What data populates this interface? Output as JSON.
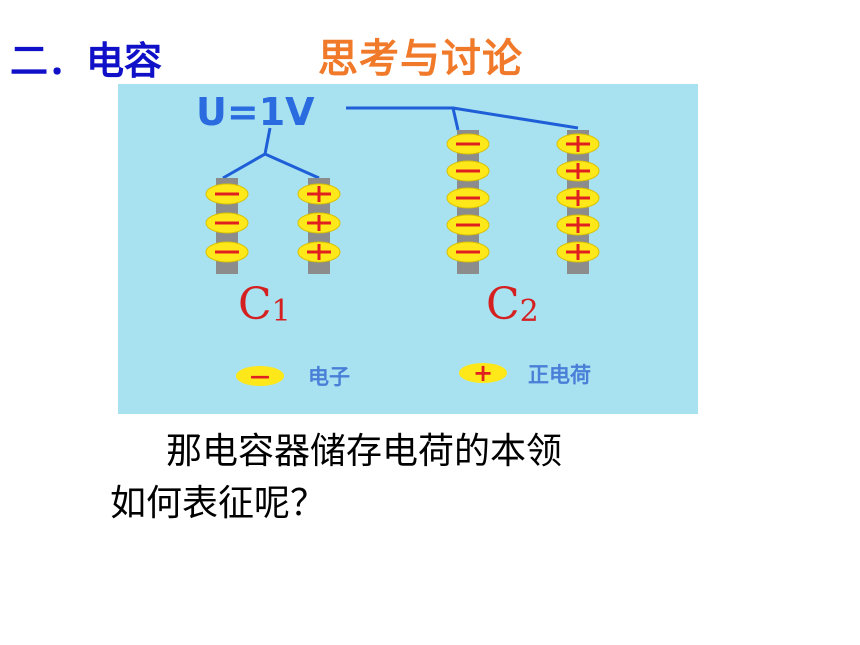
{
  "header": {
    "section_title": "二．电容",
    "discussion_title": "思考与讨论"
  },
  "figure": {
    "voltage_label": "U=1V",
    "capacitors": [
      {
        "main": "C",
        "sub": "1"
      },
      {
        "main": "C",
        "sub": "2"
      }
    ],
    "legend": {
      "electron_symbol": "—",
      "electron_label": "电子",
      "positive_symbol": "+",
      "positive_label": "正电荷"
    },
    "colors": {
      "background": "#a8e2f0",
      "wire": "#1e5fd8",
      "plate": "#8c8c8c",
      "charge_fill": "#ffe81a",
      "charge_sign": "#e02020",
      "capacitor_label": "#d42020",
      "legend_text": "#4a7fd8"
    }
  },
  "question": {
    "line1": "那电容器储存电荷的本领",
    "line2": "如何表征呢？"
  }
}
